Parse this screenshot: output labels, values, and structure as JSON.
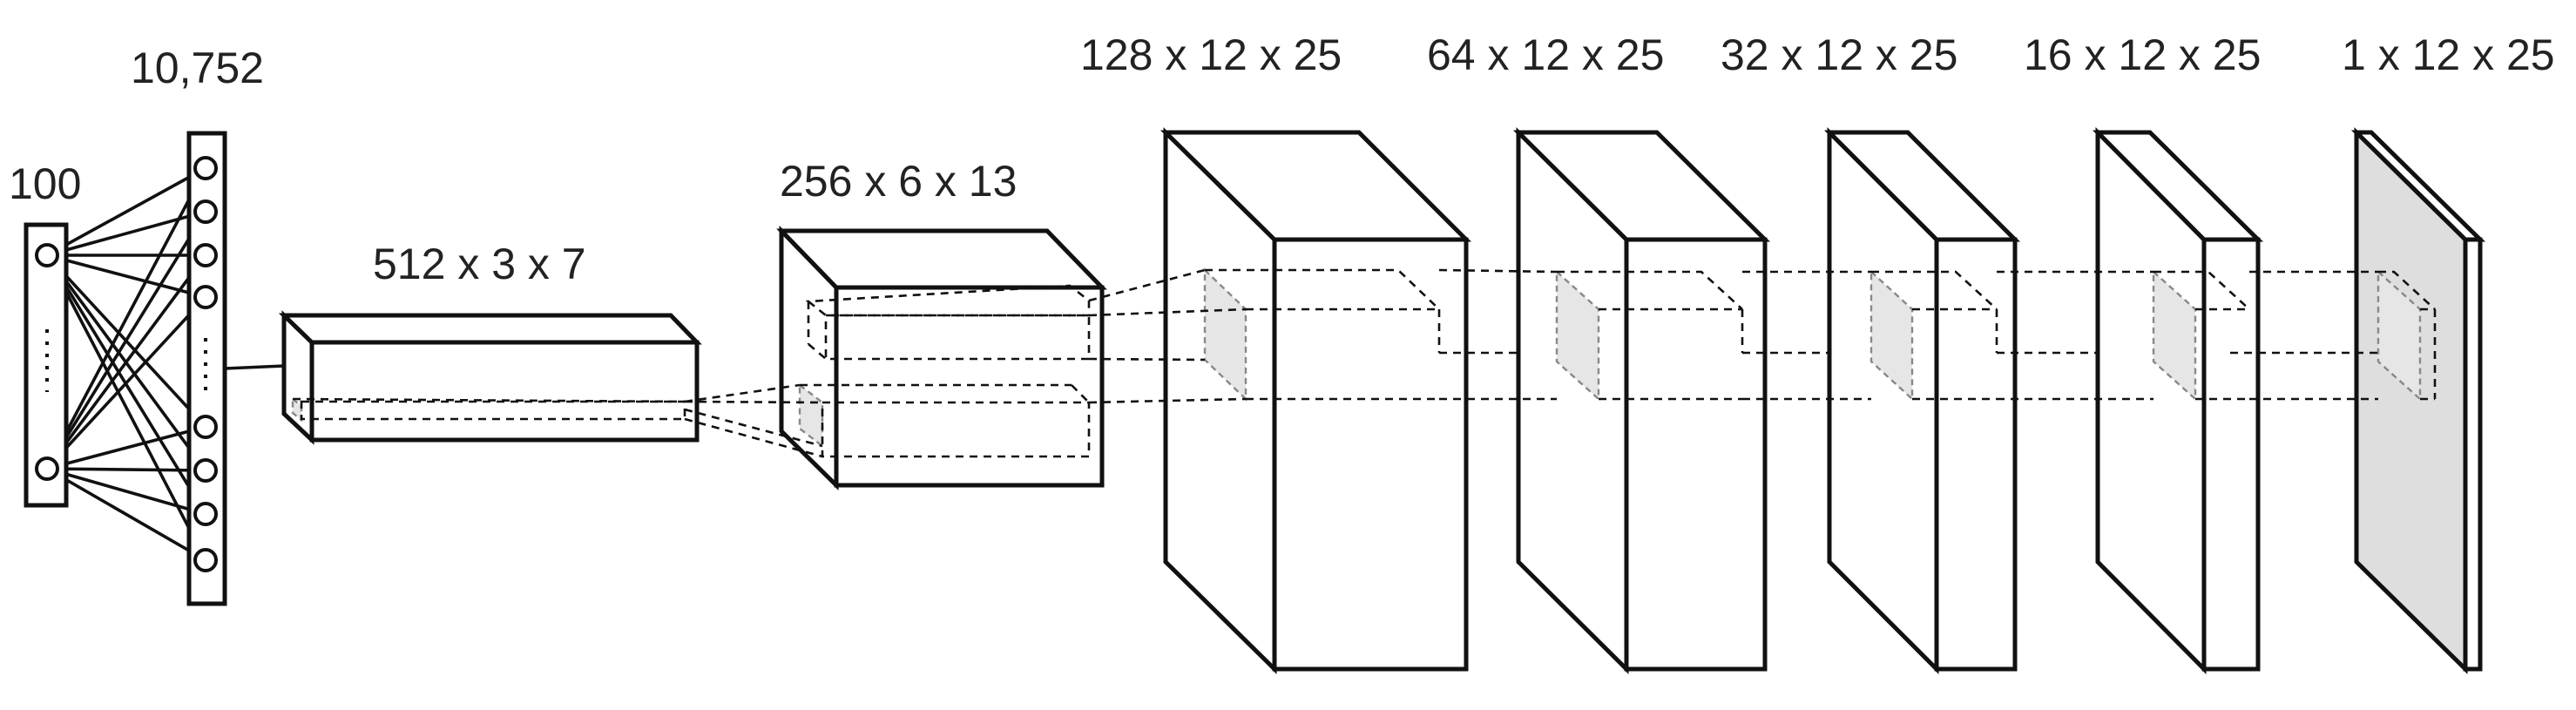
{
  "labels": {
    "input": "100",
    "dense": "10,752",
    "reshape": "512 x 3 x 7",
    "conv1": "256 x 6 x 13",
    "conv2": "128 x 12 x 25",
    "conv3": "64 x 12 x 25",
    "conv4": "32 x 12 x 25",
    "conv5": "16  x 12 x 25",
    "output": "1 x 12 x 25"
  },
  "colors": {
    "stroke": "#111111",
    "face": "#ffffff",
    "output_face": "#dedede",
    "kernel_fill": "#e6e6e6"
  }
}
